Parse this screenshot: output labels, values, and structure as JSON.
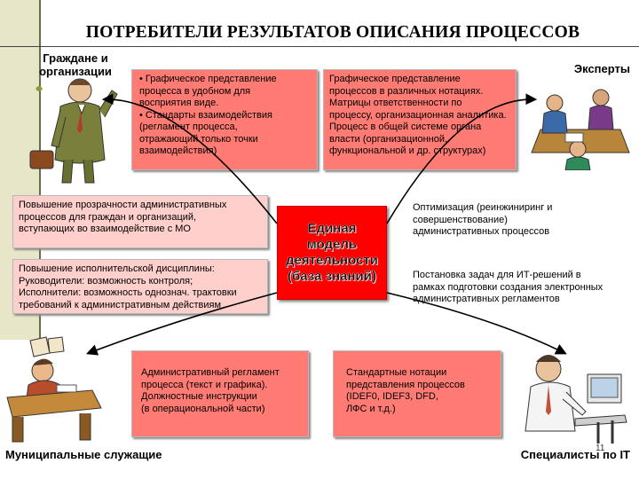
{
  "title": "ПОТРЕБИТЕЛИ РЕЗУЛЬТАТОВ ОПИСАНИЯ ПРОЦЕССОВ",
  "labels": {
    "citizens": "Граждане и организации",
    "experts": "Эксперты",
    "officials": "Муниципальные служащие",
    "it": "Специалисты по IT"
  },
  "boxes": {
    "graphic_view": "• Графическое представление\n   процесса в удобном для\n   восприятия виде.\n• Стандарты взаимодействия\n   (регламент процесса,\n   отражающий только точки\n   взаимодействия)",
    "notations": "Графическое представление\nпроцессов в различных нотациях.\nМатрицы ответственности по\nпроцессу, организационная аналитика.\nПроцесс в общей системе органа\nвласти (организационной,\nфункциональной и др. структурах)",
    "transparency": "Повышение прозрачности административных\nпроцессов для граждан и организаций,\nвступающих во взаимодействие с МО",
    "discipline": "Повышение исполнительской дисциплины:\nРуководители: возможность контроля;\nИсполнители: возможность однознач. трактовки\nтребований к административным действиям",
    "reglament": "Административный регламент\n процесса (текст и графика).\nДолжностные инструкции\n(в операциональной части)",
    "standard_notations": "Стандартные нотации\nпредставления процессов\n(IDEF0, IDEF3, DFD,\nЛФС и т.д.)",
    "optimization": "Оптимизация (реинжиниринг и\nсовершенствование)\nадминистративных процессов",
    "it_tasks": "Постановка задач для ИТ-решений в\nрамках подготовки создания электронных\nадминистративных регламентов"
  },
  "center": "Единая модель деятельности (база знаний)",
  "page_number": "11",
  "icons": [
    "man-with-briefcase-clipart",
    "experts-meeting-clipart",
    "clerk-at-desk-clipart",
    "it-specialist-clipart",
    "arrow-icon"
  ],
  "colors": {
    "salmon": "#ff7b73",
    "pink": "#ffcfcc",
    "center": "#ff0000",
    "sidebar": "#e8e6c9"
  }
}
